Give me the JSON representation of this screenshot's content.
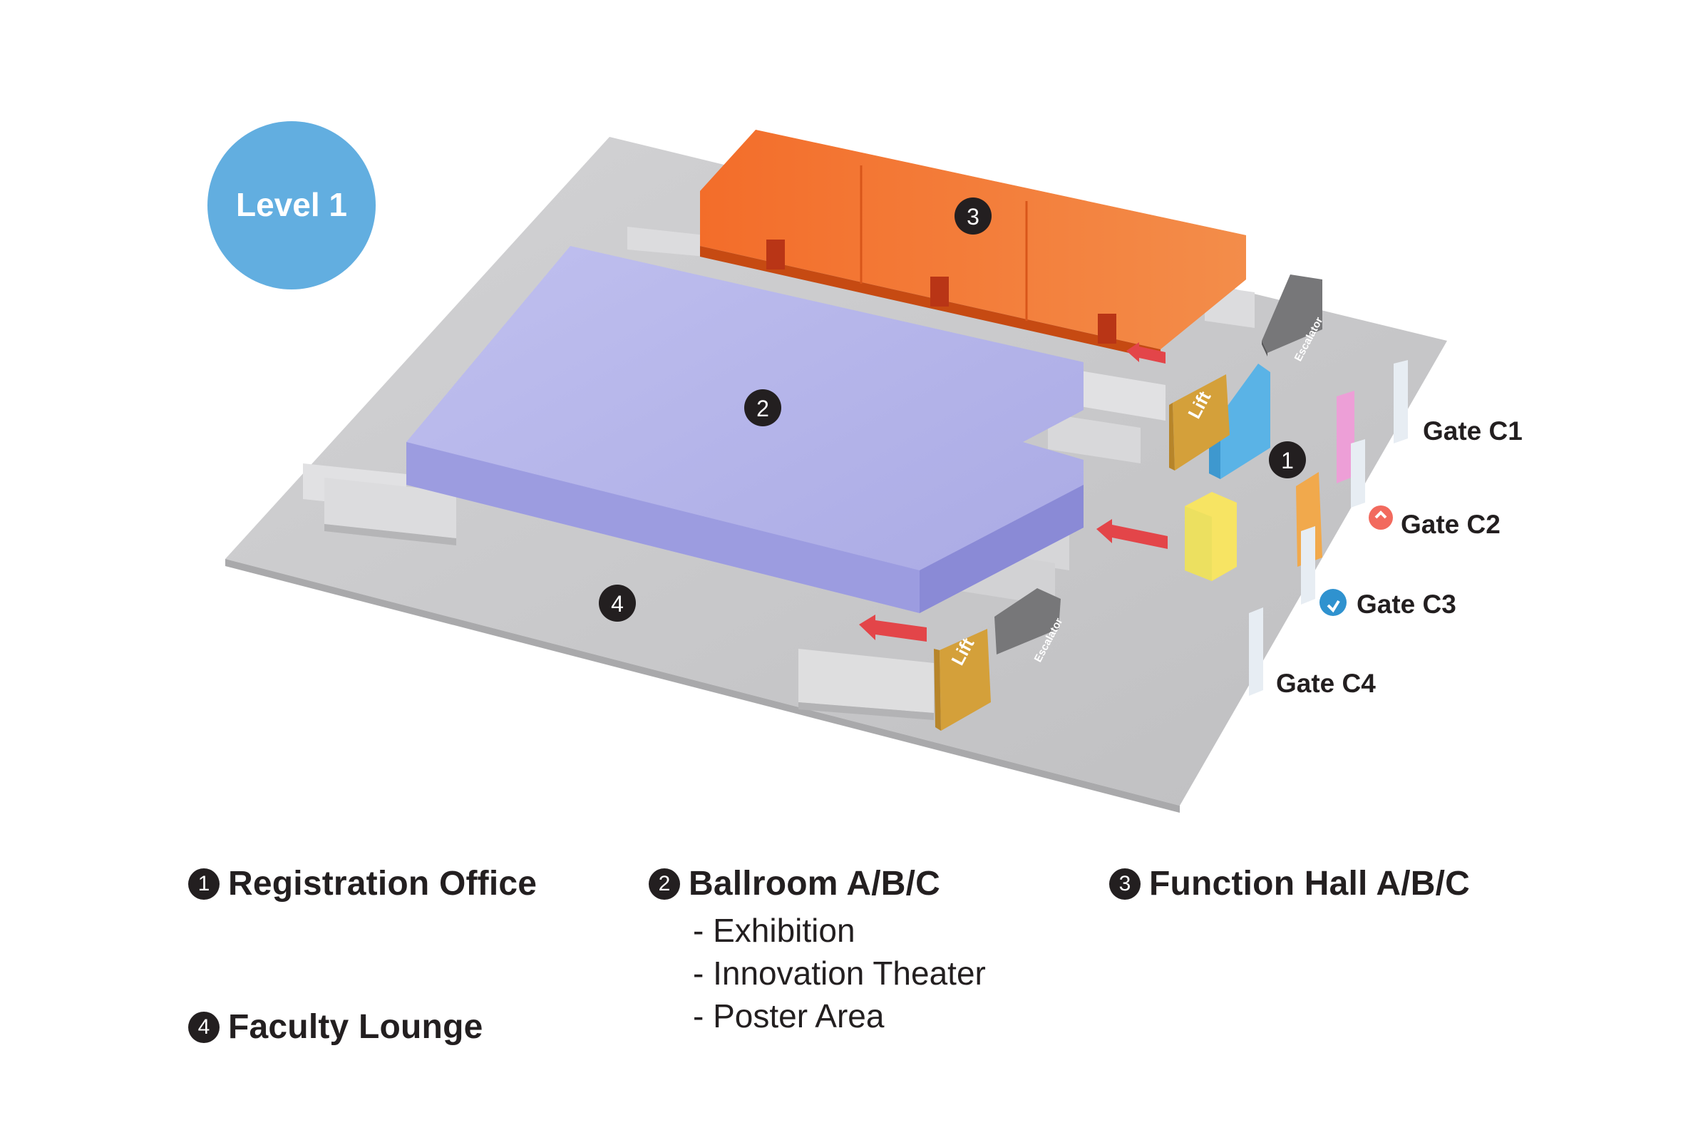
{
  "level_badge": {
    "label": "Level 1",
    "color": "#62aee0"
  },
  "venue_markers": {
    "registration": "1",
    "ballroom": "2",
    "function_hall": "3",
    "faculty_lounge": "4"
  },
  "gates": [
    "Gate C1",
    "Gate C2",
    "Gate C3",
    "Gate C4"
  ],
  "fixtures": {
    "lift": "Lift",
    "escalator": "Escalator"
  },
  "legend": [
    {
      "num": "1",
      "title": "Registration Office",
      "sub": []
    },
    {
      "num": "2",
      "title": "Ballroom A/B/C",
      "sub": [
        "- Exhibition",
        "- Innovation Theater",
        "- Poster Area"
      ]
    },
    {
      "num": "3",
      "title": "Function Hall A/B/C",
      "sub": []
    },
    {
      "num": "4",
      "title": "Faculty Lounge",
      "sub": []
    }
  ],
  "colors": {
    "floor": "#cbcbcd",
    "ballroom": "#b3b3ea",
    "function_hall": "#f07d3b",
    "lift": "#d4a03a",
    "escalator": "#777779",
    "arrow": "#e34549",
    "registration_blue": "#5ab3e6",
    "registration_yellow": "#f7e463",
    "gate_pink": "#ed9fd7",
    "gate_orange": "#f1a94c",
    "gate_c2_icon": "#f26a5e",
    "gate_c3_icon": "#2f92cf"
  }
}
